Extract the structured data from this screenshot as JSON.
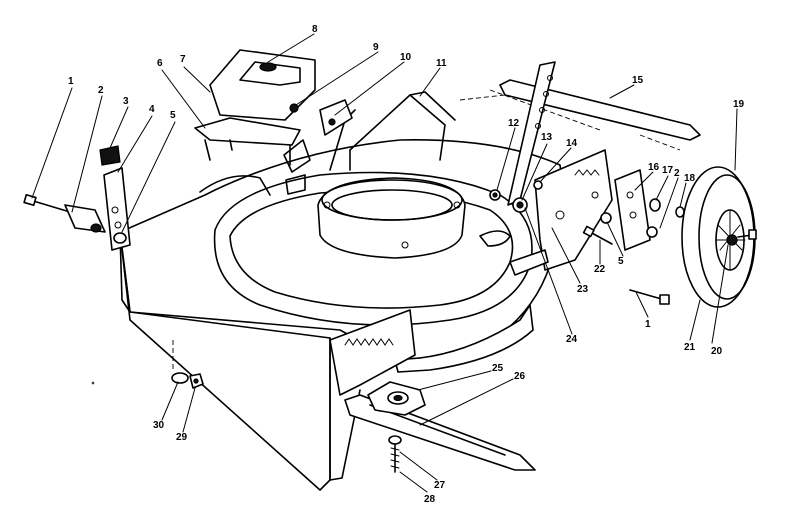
{
  "callouts": {
    "c1": "1",
    "c2": "2",
    "c3": "3",
    "c4": "4",
    "c5": "5",
    "c6": "6",
    "c7": "7",
    "c8": "8",
    "c9": "9",
    "c10": "10",
    "c11": "11",
    "c12": "12",
    "c13": "13",
    "c14": "14",
    "c15": "15",
    "c16": "16",
    "c17": "17",
    "c18": "18",
    "c19": "19",
    "c20": "20",
    "c21": "21",
    "c22": "22",
    "c23": "23",
    "c24": "24",
    "c25": "25",
    "c26": "26",
    "c27": "27",
    "c28": "28",
    "c29": "29",
    "c30": "30",
    "c2b": "2",
    "c5b": "5",
    "c1b": "1"
  }
}
